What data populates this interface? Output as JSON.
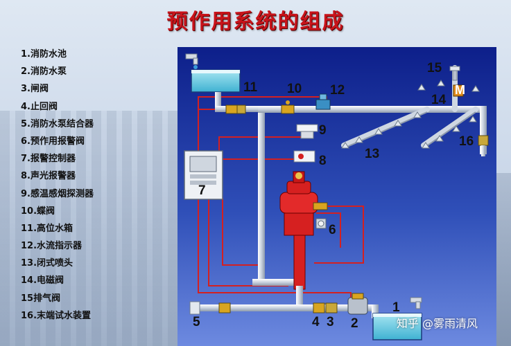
{
  "title": "预作用系统的组成",
  "legend": [
    "1.消防水池",
    "2.消防水泵",
    "3.闸阀",
    "4.止回阀",
    "5.消防水泵结合器",
    "6.预作用报警阀",
    "7.报警控制器",
    "8.声光报警器",
    "9.感温感烟探测器",
    "10.蝶阀",
    "11.高位水箱",
    "12.水流指示器",
    "13.闭式喷头",
    "14.电磁阀",
    "15排气阀",
    "16.末端试水装置"
  ],
  "diagram_labels": {
    "n1": "1",
    "n2": "2",
    "n3": "3",
    "n4": "4",
    "n5": "5",
    "n6": "6",
    "n7": "7",
    "n8": "8",
    "n9": "9",
    "n10": "10",
    "n11": "11",
    "n12": "12",
    "n13": "13",
    "n14": "14",
    "n15": "15",
    "n16": "16",
    "m": "M"
  },
  "watermark": "知乎 @雾雨清风",
  "colors": {
    "title": "#c8141b",
    "panel_top": "#0d1f8a",
    "panel_bottom": "#5a7ad6",
    "pipe": "#dfe6ef",
    "alarm_valve": "#d62020",
    "signal_wire": "#d42020",
    "water": "#6fd0e6"
  }
}
